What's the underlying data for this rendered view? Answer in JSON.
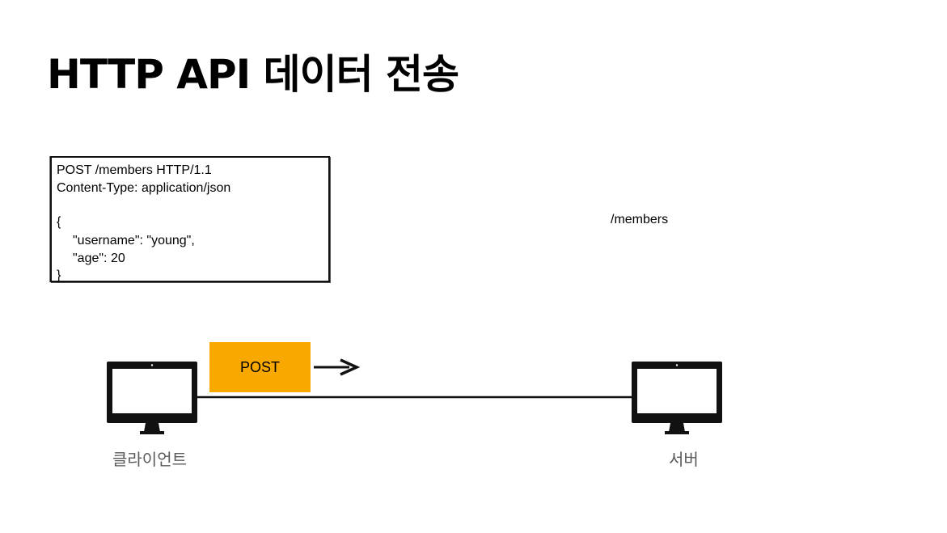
{
  "slide": {
    "title": "HTTP API 데이터 전송"
  },
  "request_message": {
    "lines": [
      "POST /members HTTP/1.1",
      "Content-Type: application/json",
      "{",
      "\"username\": \"young\",",
      "\"age\": 20",
      "}"
    ]
  },
  "server_path": "/members",
  "method_label": "POST",
  "client": {
    "label": "클라이언트",
    "icon": "monitor-icon"
  },
  "server": {
    "label": "서버",
    "icon": "monitor-icon"
  },
  "colors": {
    "method_box": "#f9a800",
    "label_gray": "#5a5a5a"
  }
}
